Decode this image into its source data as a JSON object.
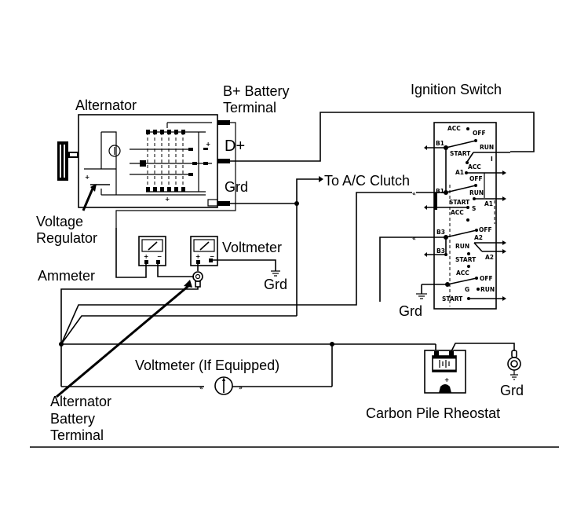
{
  "diagram": {
    "title": "Alternator charging system test connections",
    "labels": {
      "alternator": "Alternator",
      "b_plus_line1": "B+ Battery",
      "b_plus_line2": "Terminal",
      "d_plus": "D+",
      "grd_alternator": "Grd",
      "to_ac_clutch": "To A/C Clutch",
      "ignition_switch": "Ignition Switch",
      "voltage_regulator_line1": "Voltage",
      "voltage_regulator_line2": "Regulator",
      "ammeter": "Ammeter",
      "voltmeter": "Voltmeter",
      "grd_voltmeter": "Grd",
      "grd_ignition": "Grd",
      "voltmeter_if_equipped": "Voltmeter (If Equipped)",
      "alt_batt_term_line1": "Alternator",
      "alt_batt_term_line2": "Battery",
      "alt_batt_term_line3": "Terminal",
      "carbon_pile_rheostat": "Carbon Pile Rheostat",
      "grd_rheostat": "Grd"
    },
    "ignition_switch_terminals": {
      "section1": {
        "terminal": "B1",
        "positions": [
          "ACC",
          "OFF",
          "RUN",
          "START"
        ],
        "output": "I"
      },
      "section2": {
        "terminal": "B1",
        "positions": [
          "ACC",
          "OFF",
          "RUN",
          "START"
        ],
        "outputs": [
          "A1",
          "A1",
          "S"
        ],
        "acc_label": "ACC"
      },
      "section3": {
        "terminals": [
          "B3",
          "B3"
        ],
        "positions": [
          "OFF",
          "RUN",
          "START",
          "ACC"
        ],
        "outputs": [
          "A2",
          "A2"
        ]
      },
      "section4": {
        "positions": [
          "OFF",
          "RUN",
          "START"
        ],
        "output": "G"
      }
    },
    "meter_polarity": {
      "positive": "+",
      "negative": "−"
    }
  }
}
